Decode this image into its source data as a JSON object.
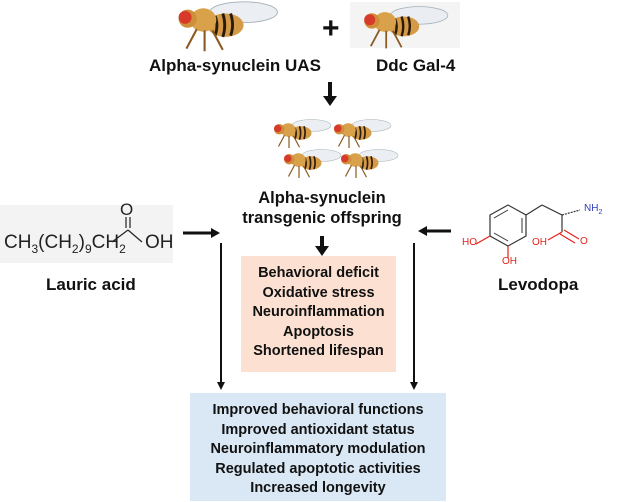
{
  "parents": {
    "left_label": "Alpha-synuclein UAS",
    "plus_sign": "+",
    "right_label": "Ddc Gal-4"
  },
  "offspring": {
    "line1": "Alpha-synuclein",
    "line2": "transgenic offspring"
  },
  "outcomes": {
    "items": [
      "Behavioral deficit",
      "Oxidative stress",
      "Neuroinflammation",
      "Apoptosis",
      "Shortened lifespan"
    ],
    "color": "#fce1d3"
  },
  "treatments": {
    "left": {
      "name": "Lauric acid",
      "formula_main": "CH3(CH2)9CH2",
      "formula_oh": "OH",
      "formula_o": "O"
    },
    "right": {
      "name": "Levodopa",
      "struct_labels": {
        "ho": "HO",
        "oh1": "OH",
        "oh2": "OH",
        "nh2": "NH2",
        "o": "O"
      }
    }
  },
  "effects": {
    "items": [
      "Improved behavioral functions",
      "Improved antioxidant status",
      "Neuroinflammatory modulation",
      "Regulated apoptotic activities",
      "Increased longevity"
    ],
    "color": "#dae8f5"
  },
  "colors": {
    "arrow": "#111111",
    "fly_body": "#d9a24a",
    "fly_eye": "#d83a2a",
    "molecule_red": "#e2231a"
  }
}
